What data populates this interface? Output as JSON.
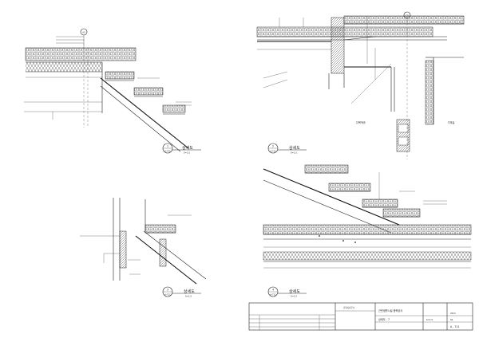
{
  "details": [
    {
      "number": "1",
      "ref": "A-711",
      "title": "상세도",
      "scale": "S=1:5"
    },
    {
      "number": "2",
      "ref": "A-711",
      "title": "상세도",
      "scale": "S=1:5"
    },
    {
      "number": "3",
      "ref": "A-711",
      "title": "상세도",
      "scale": "S=1:5"
    },
    {
      "number": "4",
      "ref": "A-711",
      "title": "상세도",
      "scale": "S=1:5"
    }
  ],
  "room_labels": {
    "left": "다목적홀",
    "right": "기계실"
  },
  "grid_markers": [
    "A3",
    "C5"
  ],
  "title_block": {
    "office": "건축사사무소",
    "project": "근린생활시설 증축공사",
    "drawing_title": "상세도 - 7",
    "scale": "S=1:5",
    "year": "2013",
    "month": "04",
    "sheet_no": "A - 711"
  }
}
